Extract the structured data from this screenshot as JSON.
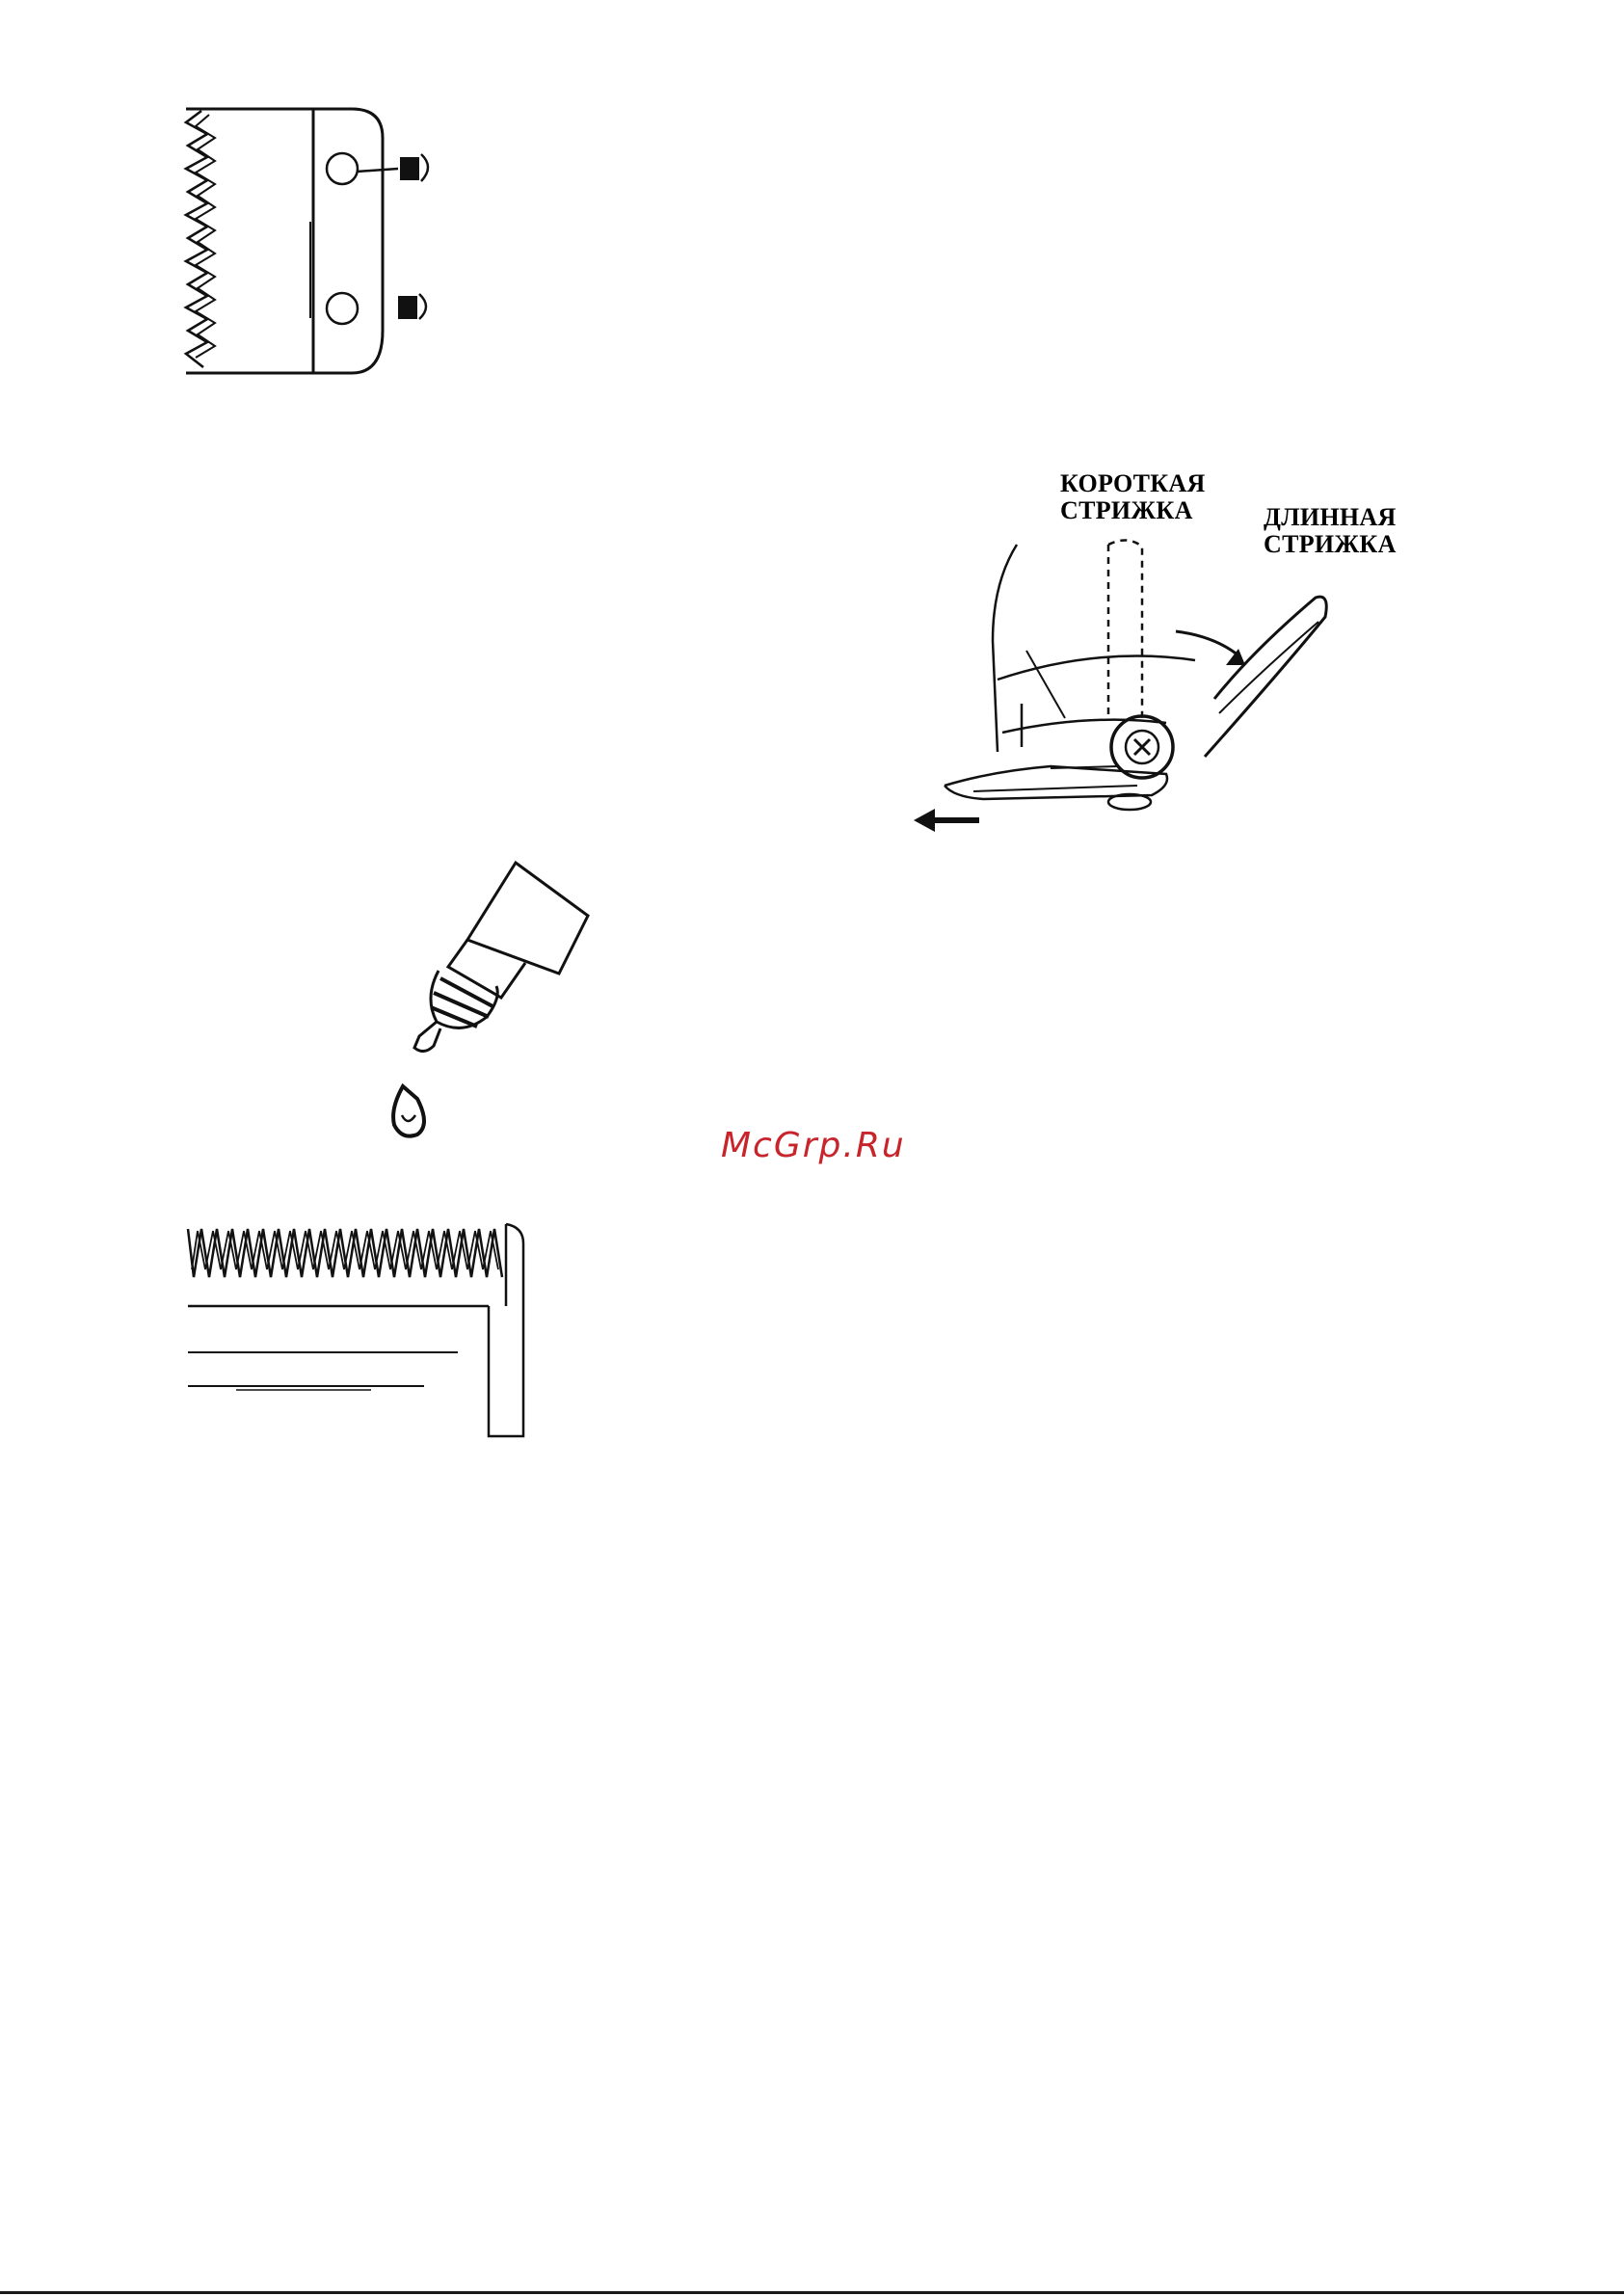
{
  "labels": {
    "short_cut": "КОРОТКАЯ\nСТРИЖКА",
    "long_cut": "ДЛИННАЯ\nСТРИЖКА"
  },
  "watermark": {
    "text": "McGrp.Ru",
    "color": "#c8242b"
  },
  "figures": [
    {
      "name": "blade-screws-diagram"
    },
    {
      "name": "clipper-lever-diagram"
    },
    {
      "name": "oil-bottle-diagram"
    },
    {
      "name": "blade-teeth-diagram"
    }
  ]
}
